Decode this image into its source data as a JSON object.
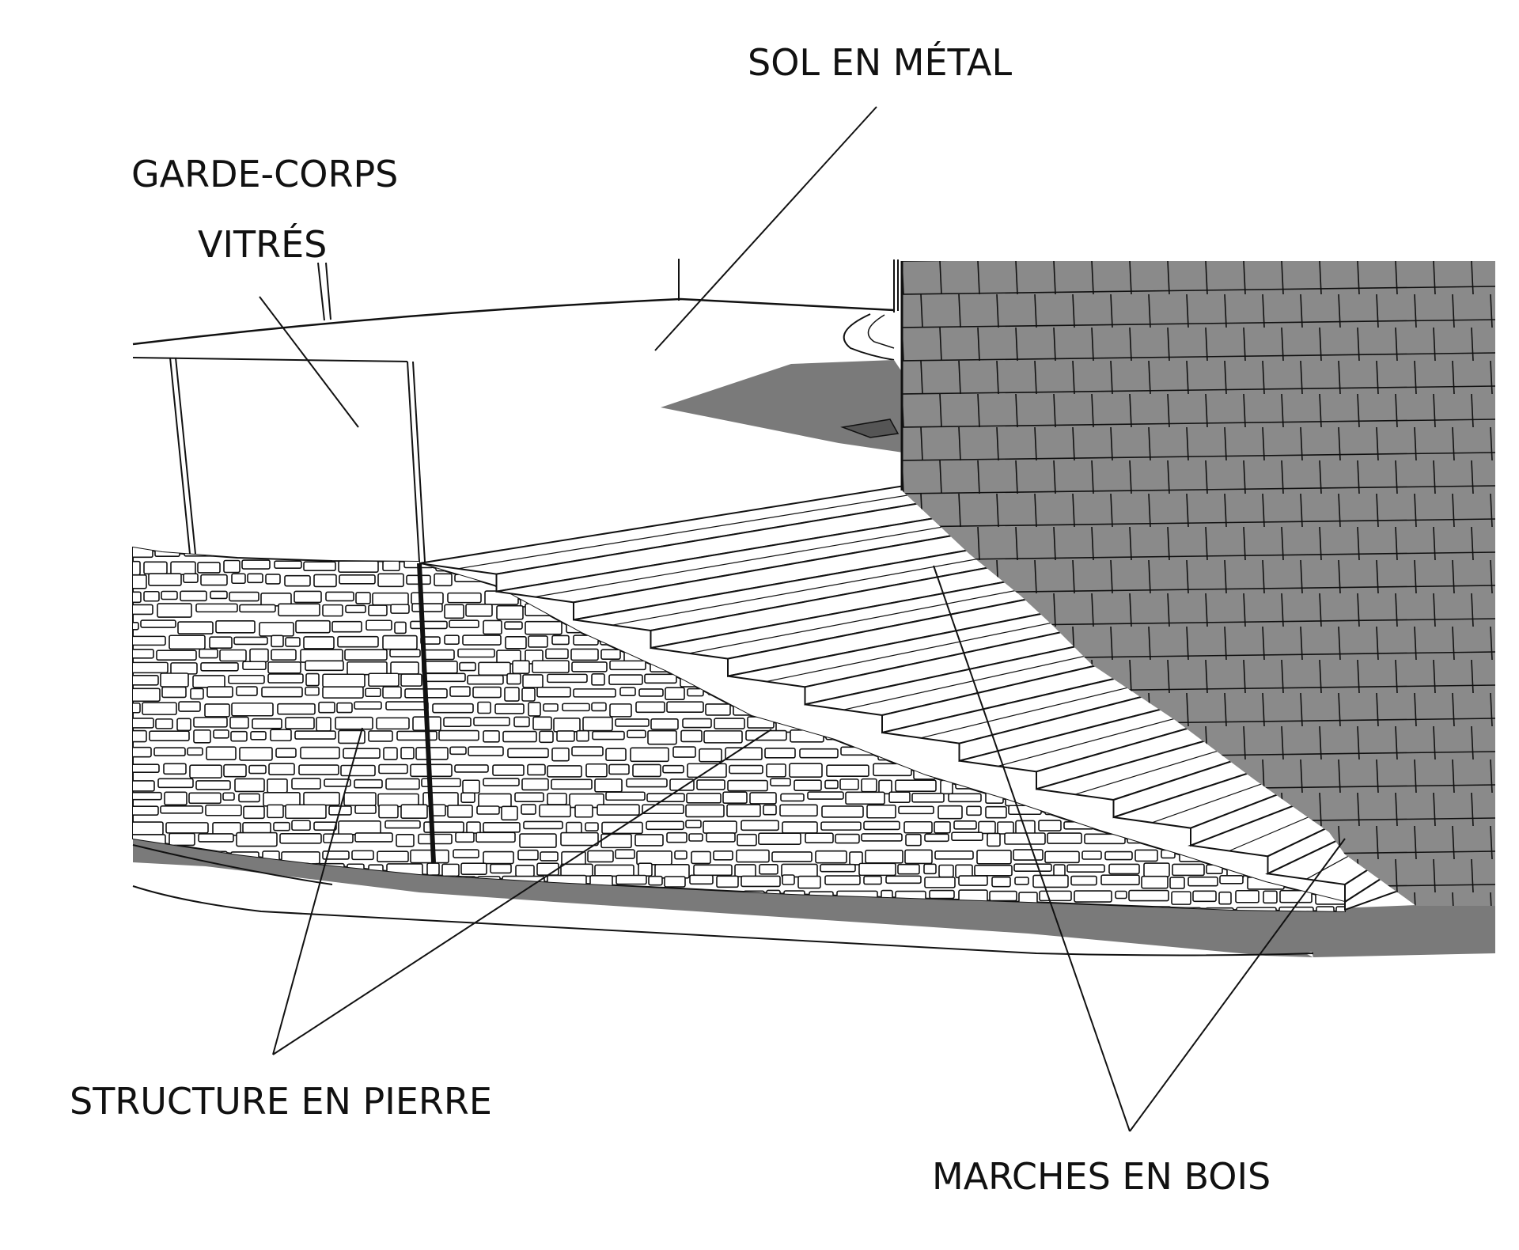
{
  "labels": {
    "sol": "SOL EN MÉTAL",
    "garde_line1": "GARDE-CORPS",
    "garde_line2": "VITRÉS",
    "structure": "STRUCTURE EN PIERRE",
    "marches": "MARCHES EN BOIS"
  },
  "colors": {
    "line": "#111111",
    "shadow": "#7a7a7a",
    "wall_fill": "#8a8a8a",
    "stone_fill": "#ffffff",
    "background": "#ffffff"
  }
}
